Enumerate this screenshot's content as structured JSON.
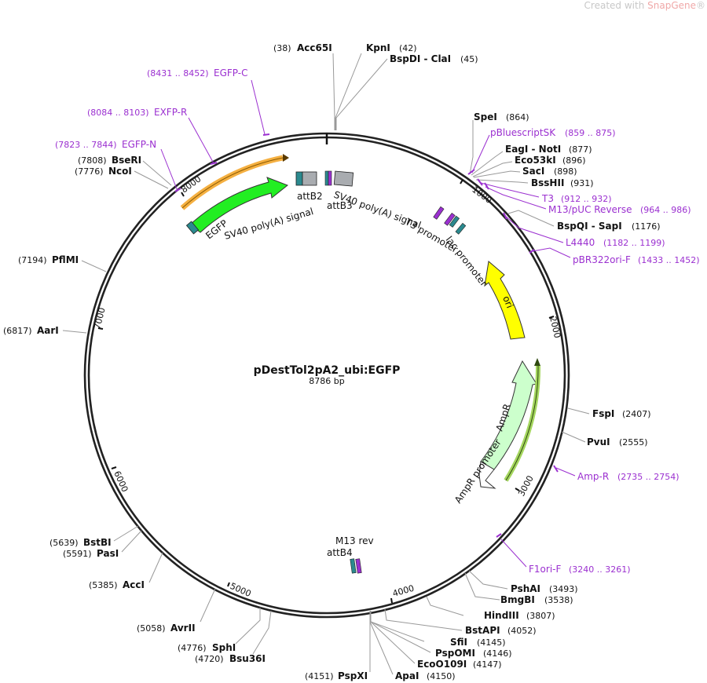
{
  "watermark": {
    "prefix": "Created with ",
    "brand": "SnapGene",
    "mark": "®"
  },
  "plasmid": {
    "name": "pDestTol2pA2_ubi:EGFP",
    "size": "8786 bp"
  },
  "ticks": [
    "1000",
    "2000",
    "3000",
    "4000",
    "5000",
    "6000",
    "7000",
    "8000"
  ],
  "enzymes": [
    {
      "name": "Acc65I",
      "pos": "(38)"
    },
    {
      "name": "KpnI",
      "pos": "(42)"
    },
    {
      "name": "BspDI - ClaI",
      "pos": "(45)"
    },
    {
      "name": "SpeI",
      "pos": "(864)"
    },
    {
      "name": "EagI - NotI",
      "pos": "(877)"
    },
    {
      "name": "Eco53kI",
      "pos": "(896)"
    },
    {
      "name": "SacI",
      "pos": "(898)"
    },
    {
      "name": "BssHII",
      "pos": "(931)"
    },
    {
      "name": "BspQI - SapI",
      "pos": "(1176)"
    },
    {
      "name": "FspI",
      "pos": "(2407)"
    },
    {
      "name": "PvuI",
      "pos": "(2555)"
    },
    {
      "name": "PshAI",
      "pos": "(3493)"
    },
    {
      "name": "BmgBI",
      "pos": "(3538)"
    },
    {
      "name": "HindIII",
      "pos": "(3807)"
    },
    {
      "name": "BstAPI",
      "pos": "(4052)"
    },
    {
      "name": "SfiI",
      "pos": "(4145)"
    },
    {
      "name": "PspOMI",
      "pos": "(4146)"
    },
    {
      "name": "EcoO109I",
      "pos": "(4147)"
    },
    {
      "name": "ApaI",
      "pos": "(4150)"
    },
    {
      "name": "PspXI",
      "pos": "(4151)"
    },
    {
      "name": "Bsu36I",
      "pos": "(4720)"
    },
    {
      "name": "SphI",
      "pos": "(4776)"
    },
    {
      "name": "AvrII",
      "pos": "(5058)"
    },
    {
      "name": "AccI",
      "pos": "(5385)"
    },
    {
      "name": "PasI",
      "pos": "(5591)"
    },
    {
      "name": "BstBI",
      "pos": "(5639)"
    },
    {
      "name": "AarI",
      "pos": "(6817)"
    },
    {
      "name": "PflMI",
      "pos": "(7194)"
    },
    {
      "name": "NcoI",
      "pos": "(7776)"
    },
    {
      "name": "BseRI",
      "pos": "(7808)"
    }
  ],
  "primers": [
    {
      "name": "pBluescriptSK",
      "pos": "(859 .. 875)"
    },
    {
      "name": "T3",
      "pos": "(912 .. 932)"
    },
    {
      "name": "M13/pUC Reverse",
      "pos": "(964 .. 986)"
    },
    {
      "name": "L4440",
      "pos": "(1182 .. 1199)"
    },
    {
      "name": "pBR322ori-F",
      "pos": "(1433 .. 1452)"
    },
    {
      "name": "Amp-R",
      "pos": "(2735 .. 2754)"
    },
    {
      "name": "F1ori-F",
      "pos": "(3240 .. 3261)"
    },
    {
      "name": "EGFP-C",
      "pos": "(8431 .. 8452)"
    },
    {
      "name": "EXFP-R",
      "pos": "(8084 .. 8103)"
    },
    {
      "name": "EGFP-N",
      "pos": "(7823 .. 7844)"
    }
  ],
  "features": {
    "attB2": "attB2",
    "attB3": "attB3",
    "sv40_left": "SV40 poly(A) signal",
    "sv40_right": "SV40 poly(A) signal",
    "egfp": "EGFP",
    "t3": "T3 promoter",
    "lac": "lac promoter",
    "ori": "ori",
    "ampr": "AmpR",
    "ampr_promoter": "AmpR promoter",
    "m13rev": "M13 rev",
    "attB4": "attB4"
  },
  "colors": {
    "backbone": "#222222",
    "primer": "#9b30d0",
    "egfp": "#22ee22",
    "ori": "#ffff00",
    "ampr": "#ccffcc",
    "sv40": "#a9acb0",
    "teal": "#2b8a8f",
    "orange": "#f5b041",
    "olive": "#7aa23a"
  }
}
